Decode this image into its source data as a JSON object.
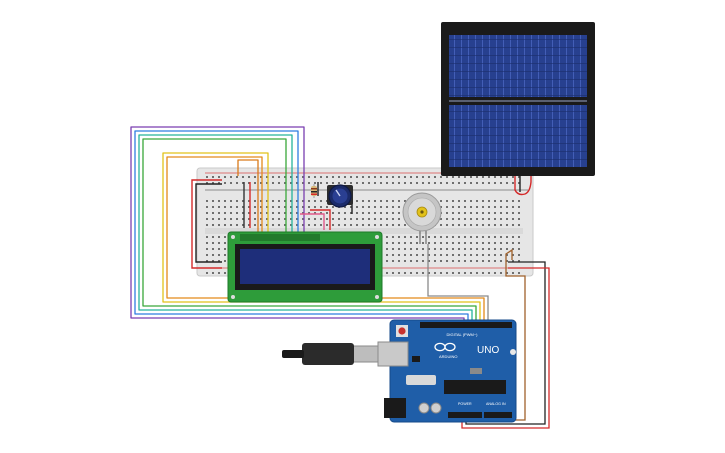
{
  "arduino": {
    "brand": "ARDUINO",
    "model": "UNO",
    "digital_header_label": "DIGITAL (PWM~)",
    "power_label": "POWER",
    "analog_label": "ANALOG IN",
    "board_color": "#1f5ea8"
  },
  "colors": {
    "breadboard": "#e6e6e6",
    "lcd_pcb": "#2e9c3a",
    "lcd_screen": "#1e2e7a",
    "solar_frame": "#1a1a1a",
    "solar_cell": "#253a8a",
    "wire_red": "#d42a2a",
    "wire_black": "#222222",
    "wire_brown": "#a0612b",
    "wire_purple": "#7a3fb0",
    "wire_blue": "#2f7de1",
    "wire_teal": "#26b39b",
    "wire_green": "#3aa83a",
    "wire_yellow": "#e2c21a",
    "wire_orange": "#e38a1a",
    "wire_gray": "#8a8a8a",
    "wire_pink": "#e05a8a"
  }
}
